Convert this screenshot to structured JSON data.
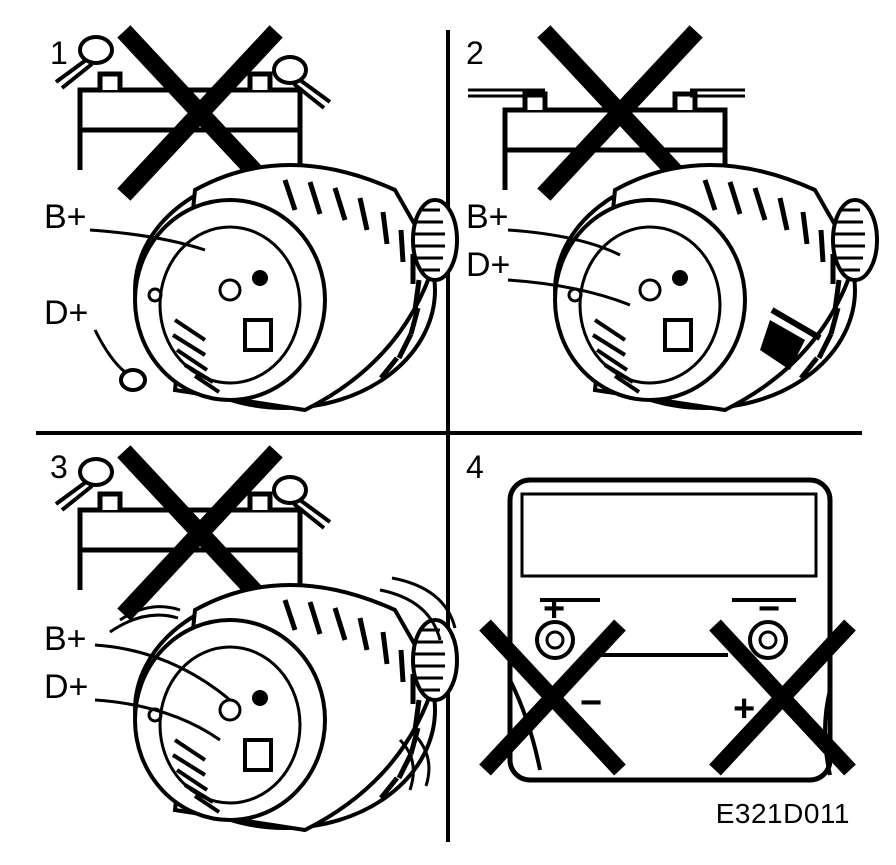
{
  "panels": [
    {
      "number": "1",
      "labels": {
        "b_plus": "B+",
        "d_plus": "D+"
      }
    },
    {
      "number": "2",
      "labels": {
        "b_plus": "B+",
        "d_plus": "D+"
      }
    },
    {
      "number": "3",
      "labels": {
        "b_plus": "B+",
        "d_plus": "D+"
      }
    },
    {
      "number": "4",
      "terminals": {
        "left": "+",
        "right": "−",
        "crossed_left": "−",
        "crossed_right": "+"
      }
    }
  ],
  "figure_code": "E321D011",
  "colors": {
    "ink": "#000000",
    "paper": "#ffffff"
  }
}
